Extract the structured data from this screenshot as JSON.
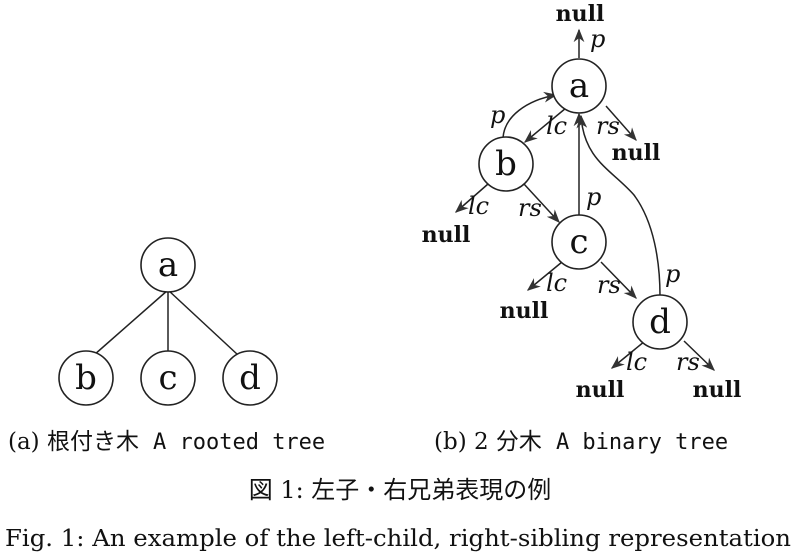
{
  "rooted_tree": {
    "nodes": [
      "a",
      "b",
      "c",
      "d"
    ]
  },
  "binary_tree": {
    "nodes": [
      "a",
      "b",
      "c",
      "d"
    ],
    "edge_labels": {
      "parent": "p",
      "left_child": "lc",
      "right_sibling": "rs"
    },
    "null_label": "null"
  },
  "captions": {
    "a_prefix": "(a) 根付き木",
    "a_suffix": "A rooted tree",
    "b_prefix": "(b) 2 分木",
    "b_suffix": "A binary tree",
    "figure_title_ja": "図 1: 左子・右兄弟表現の例",
    "figure_title_en": "Fig. 1: An example of the left-child, right-sibling representation"
  }
}
